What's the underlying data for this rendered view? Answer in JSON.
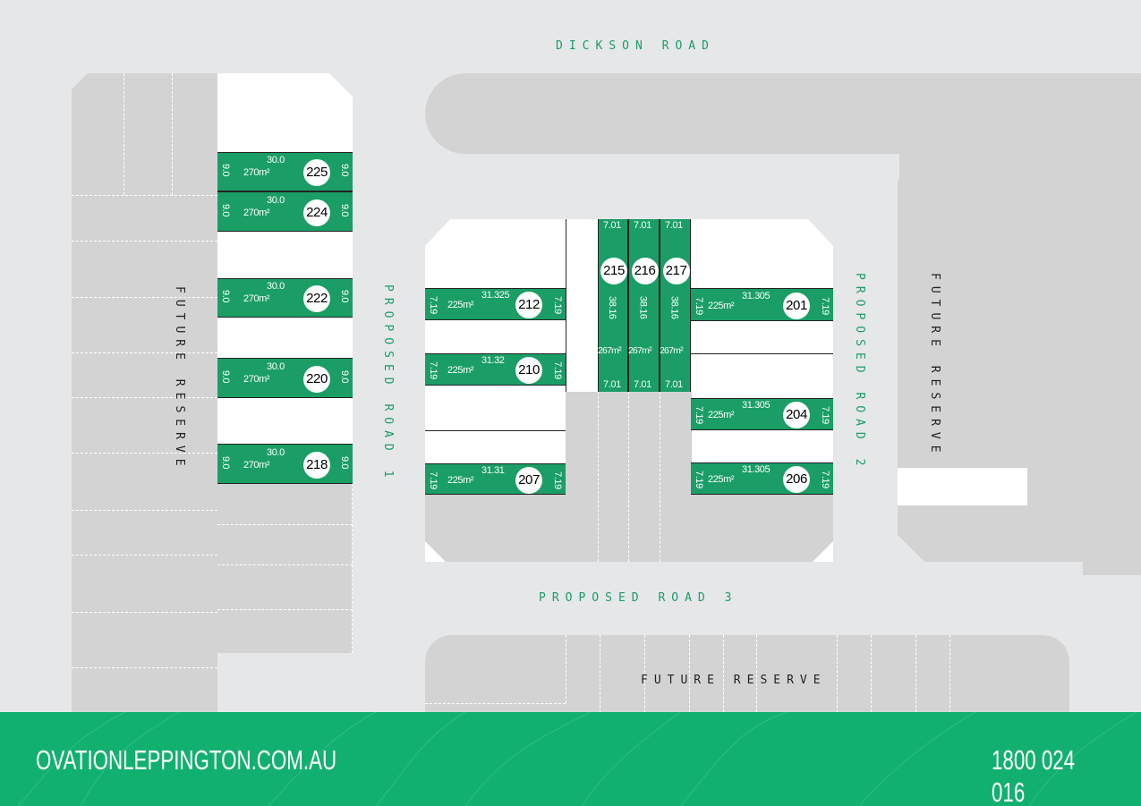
{
  "roads": {
    "dickson": "DICKSON ROAD",
    "road1": "PROPOSED ROAD 1",
    "road2": "PROPOSED ROAD 2",
    "road3": "PROPOSED ROAD 3"
  },
  "reserves": {
    "left": "FUTURE RESERVE",
    "right": "FUTURE RESERVE",
    "bottom": "FUTURE RESERVE"
  },
  "lots": [
    {
      "number": "225",
      "area": "270m²",
      "frontage": "30.0",
      "side_left": "9.0",
      "side_right": "9.0"
    },
    {
      "number": "224",
      "area": "270m²",
      "frontage": "30.0",
      "side_left": "9.0",
      "side_right": "9.0"
    },
    {
      "number": "222",
      "area": "270m²",
      "frontage": "30.0",
      "side_left": "9.0",
      "side_right": "9.0"
    },
    {
      "number": "220",
      "area": "270m²",
      "frontage": "30.0",
      "side_left": "9.0",
      "side_right": "9.0"
    },
    {
      "number": "218",
      "area": "270m²",
      "frontage": "30.0",
      "side_left": "9.0",
      "side_right": "9.0"
    },
    {
      "number": "212",
      "area": "225m²",
      "frontage": "31.325",
      "side_left": "7.19",
      "side_right": "7.19"
    },
    {
      "number": "210",
      "area": "225m²",
      "frontage": "31.32",
      "side_left": "7.19",
      "side_right": "7.19"
    },
    {
      "number": "207",
      "area": "225m²",
      "frontage": "31.31",
      "side_left": "7.19",
      "side_right": "7.19"
    },
    {
      "number": "201",
      "area": "225m²",
      "frontage": "31.305",
      "side_left": "7.19",
      "side_right": "7.19"
    },
    {
      "number": "204",
      "area": "225m²",
      "frontage": "31.305",
      "side_left": "7.19",
      "side_right": "7.19"
    },
    {
      "number": "206",
      "area": "225m²",
      "frontage": "31.305",
      "side_left": "7.19",
      "side_right": "7.19"
    },
    {
      "number": "215",
      "area": "267m²",
      "depth": "38.16",
      "top": "7.01",
      "bottom": "7.01"
    },
    {
      "number": "216",
      "area": "267m²",
      "depth": "38.16",
      "top": "7.01",
      "bottom": "7.01"
    },
    {
      "number": "217",
      "area": "267m²",
      "depth": "38.16",
      "top": "7.01",
      "bottom": "7.01"
    }
  ],
  "footer": {
    "website": "OVATIONLEPPINGTON.COM.AU",
    "phone": "1800 024 016"
  },
  "colors": {
    "lot": "#1a9e66",
    "footer": "#12b06f",
    "background": "#e6e7e8",
    "block": "#d4d3d4"
  }
}
